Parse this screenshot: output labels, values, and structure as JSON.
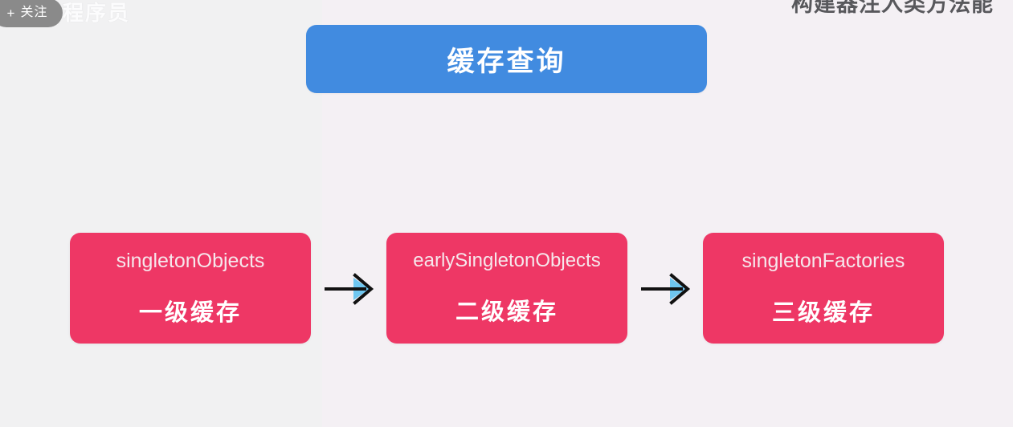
{
  "overlay": {
    "follow_button": {
      "plus_icon": "+",
      "label": "关注"
    },
    "watermark_text": "程序员",
    "watermark_dim_text": "",
    "clipped_title": "构建器注入类方法能"
  },
  "header": {
    "title": "缓存查询",
    "color": "#418be0"
  },
  "diagram": {
    "type": "flow",
    "box_color": "#ee3765",
    "arrow_color": "#111111",
    "arrow_fill_color": "#6ec6f0",
    "boxes": [
      {
        "english": "singletonObjects",
        "chinese": "一级缓存"
      },
      {
        "english": "earlySingletonObjects",
        "chinese": "二级缓存"
      },
      {
        "english": "singletonFactories",
        "chinese": "三级缓存"
      }
    ],
    "arrows": [
      {
        "name": "arrow-1",
        "from": "singletonObjects",
        "to": "earlySingletonObjects",
        "glyph": "→"
      },
      {
        "name": "arrow-2",
        "from": "earlySingletonObjects",
        "to": "singletonFactories",
        "glyph": "→"
      }
    ]
  },
  "colors": {
    "background": "#f2f1f4",
    "accent_blue": "#418be0",
    "accent_red": "#ee3765",
    "arrow_blue": "#6ec6f0",
    "follow_pill": "#8a8a8a"
  }
}
